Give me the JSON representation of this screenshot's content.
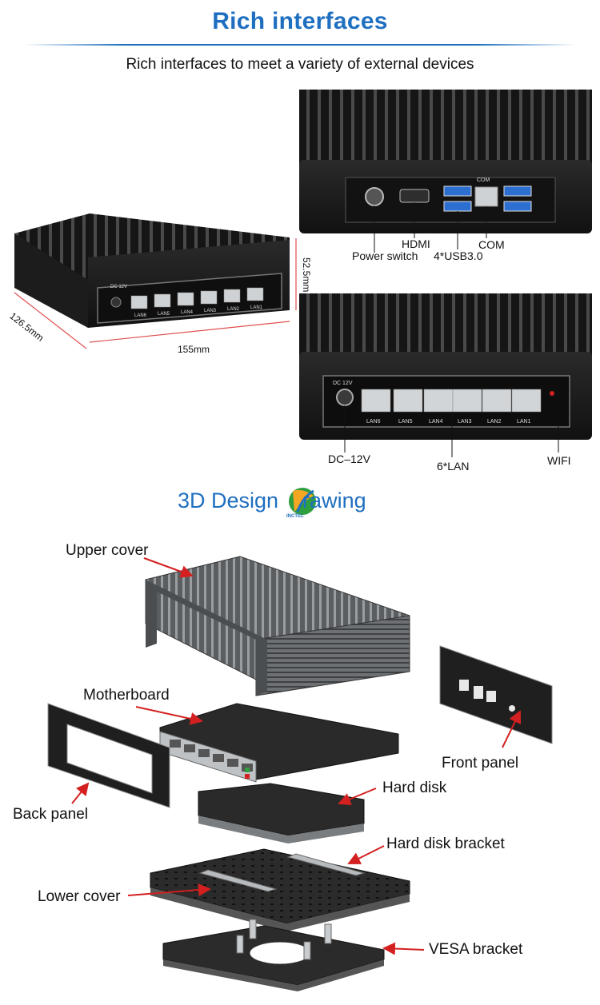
{
  "header": {
    "title": "Rich interfaces",
    "subtitle": "Rich interfaces to meet a variety of external devices"
  },
  "dimensions": {
    "depth": "126.5mm",
    "width": "155mm",
    "height": "52.5mm"
  },
  "port_labels": {
    "lan1": "LAN1",
    "lan2": "LAN2",
    "lan3": "LAN3",
    "lan4": "LAN4",
    "lan5": "LAN5",
    "lan6": "LAN6",
    "dc": "DC 12V",
    "com": "COM"
  },
  "rear_callouts": {
    "hdmi": "HDMI",
    "power_switch": "Power switch",
    "com": "COM",
    "usb": "4*USB3.0"
  },
  "front_callouts": {
    "dc": "DC–12V",
    "lan": "6*LAN",
    "wifi": "WIFI"
  },
  "design": {
    "title_pre": "3D Design",
    "title_post": "rawing",
    "logo_text": "INCTEL"
  },
  "parts": {
    "upper_cover": "Upper cover",
    "motherboard": "Motherboard",
    "front_panel": "Front panel",
    "back_panel": "Back panel",
    "hard_disk": "Hard disk",
    "hard_disk_bracket": "Hard disk bracket",
    "lower_cover": "Lower cover",
    "vesa_bracket": "VESA bracket"
  },
  "colors": {
    "title": "#1f6fc0",
    "arrow": "#d42020",
    "dimension_line": "#e05050",
    "device": "#1b1b1b"
  }
}
